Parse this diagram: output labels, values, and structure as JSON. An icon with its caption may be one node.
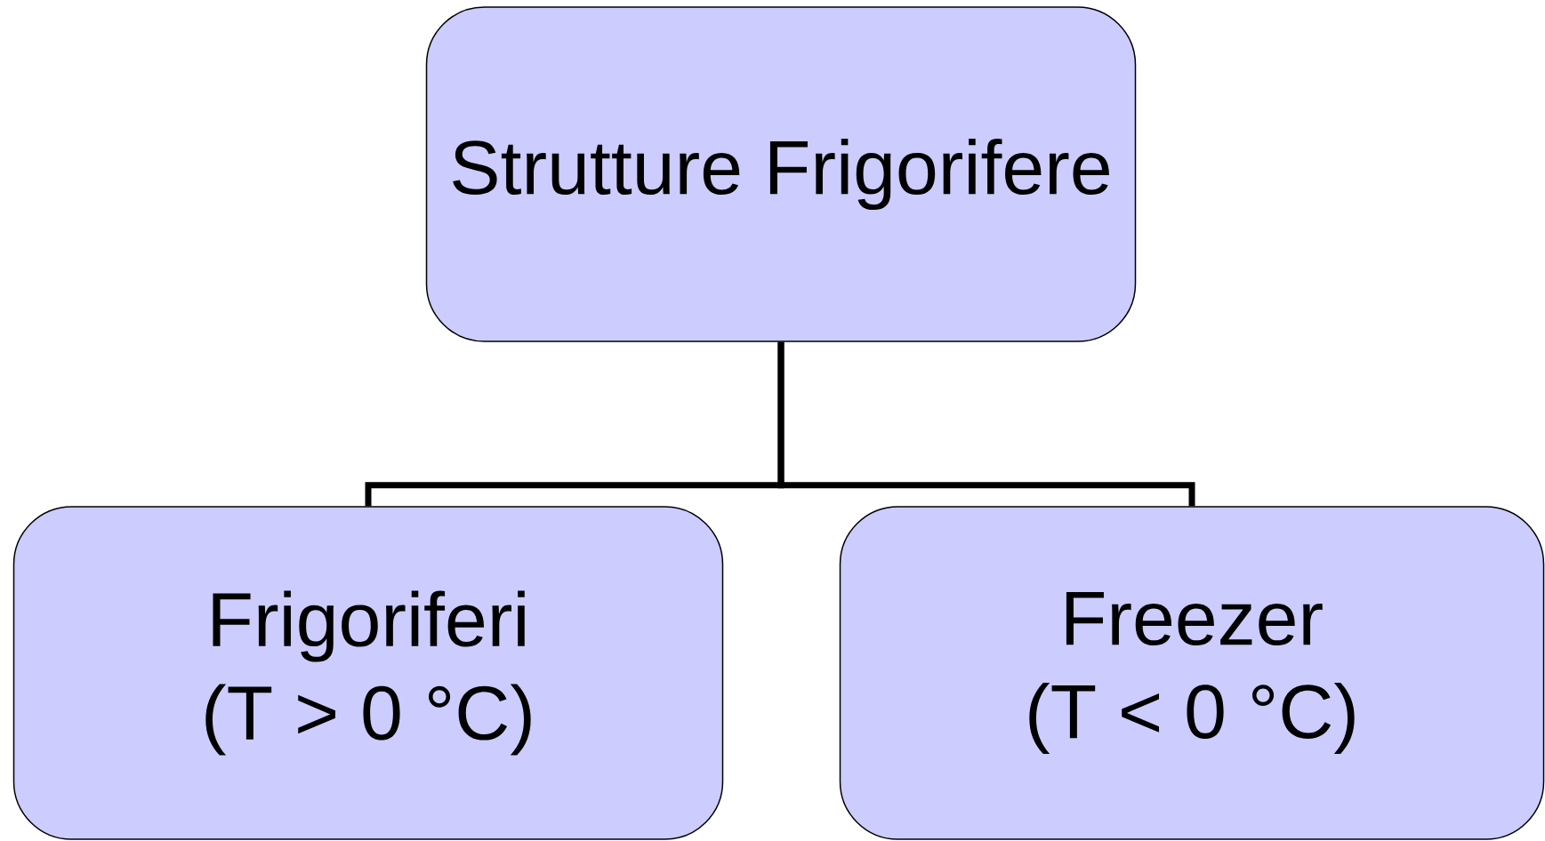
{
  "diagram": {
    "nodes": [
      {
        "text": [
          "Strutture Frigorifere"
        ]
      },
      {
        "text": [
          "Frigoriferi",
          "(T > 0 °C)"
        ]
      },
      {
        "text": [
          "Freezer",
          "(T < 0 °C)"
        ]
      }
    ],
    "edges": [
      {
        "from": 0,
        "to": 1,
        "arrow": "none"
      },
      {
        "from": 0,
        "to": 2,
        "arrow": "none"
      }
    ]
  }
}
